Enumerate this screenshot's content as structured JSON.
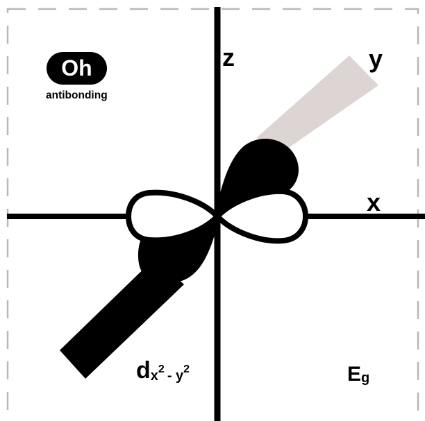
{
  "badge": {
    "text": "Oh",
    "caption": "antibonding"
  },
  "axes": {
    "z_label": "z",
    "y_label": "y",
    "x_label": "x"
  },
  "orbital": {
    "name_main": "d",
    "name_sub_a": "x",
    "name_sup_a": "2",
    "name_sep": "- y",
    "name_sup_b": "2"
  },
  "symmetry": {
    "main": "E",
    "sub": "g"
  },
  "colors": {
    "ink": "#000000",
    "frame_dash": "#b8b8b8",
    "y_axis_front": "#ddd5d3",
    "background": "#ffffff"
  }
}
